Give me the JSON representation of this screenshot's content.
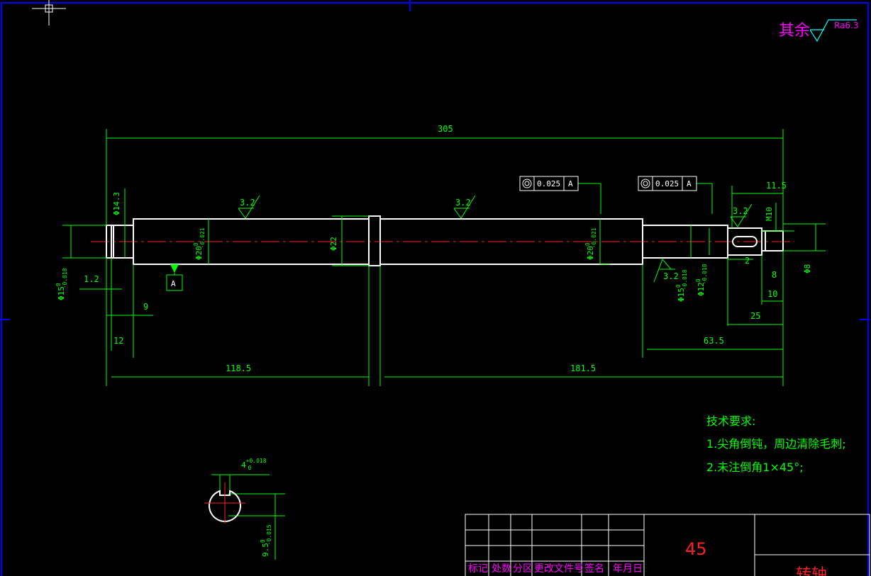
{
  "colors": {
    "background": "#000000",
    "outline": "#ffffff",
    "dimension": "#00ff00",
    "centerline": "#ff2020",
    "title_text": "#ff00ff",
    "frame": "#0000ff"
  },
  "roughness_note": {
    "prefix": "其余",
    "value": "Ra6.3"
  },
  "dims": {
    "overall_length": "305",
    "left_end_len": "118.5",
    "right_end_len": "181.5",
    "right_step_len": "63.5",
    "right_tip_len": "11.5",
    "key_slot_len": "25",
    "key_slot_pos": "10",
    "key_width_8": "8",
    "groove_2": "2",
    "left_step_12": "12",
    "left_step_9": "9",
    "left_chamfer": "1.2",
    "d_left_shoulder": "Φ14.3",
    "d_left_end": "Φ15",
    "d_left_end_tol_up": "0",
    "d_left_end_tol_lo": "-0.018",
    "d_bearing_left": "Φ20",
    "d_bearing_left_tol_up": "0",
    "d_bearing_left_tol_lo": "-0.021",
    "d_collar": "Φ22",
    "d_bearing_right": "Φ20",
    "d_bearing_right_tol_up": "0",
    "d_bearing_right_tol_lo": "-0.021",
    "d_right_step": "Φ15",
    "d_right_step_tol_up": "0",
    "d_right_step_tol_lo": "-0.018",
    "d_right_end": "Φ12",
    "d_right_end_tol_up": "0",
    "d_right_end_tol_lo": "-0.018",
    "d_tip": "Φ8",
    "d_thread": "M10"
  },
  "roughness_marks": [
    "3.2",
    "3.2",
    "3.2",
    "3.2"
  ],
  "datum": "A",
  "tolerance_frames": [
    {
      "symbol": "concentricity-icon",
      "value": "0.025",
      "datum": "A"
    },
    {
      "symbol": "concentricity-icon",
      "value": "0.025",
      "datum": "A"
    }
  ],
  "section": {
    "key_width": "4",
    "key_width_tol_up": "+0.018",
    "key_width_tol_lo": "0",
    "depth": "9.5",
    "depth_tol_up": "0",
    "depth_tol_lo": "-0.015"
  },
  "tech_requirements": {
    "title": "技术要求:",
    "items": [
      "1.尖角倒钝，周边清除毛刺;",
      "2.未注倒角1×45°;"
    ]
  },
  "title_block": {
    "material": "45",
    "header_cells": [
      "标记",
      "处数",
      "分区",
      "更改文件号",
      "签名",
      "年月日"
    ],
    "part_name": "转轴"
  }
}
